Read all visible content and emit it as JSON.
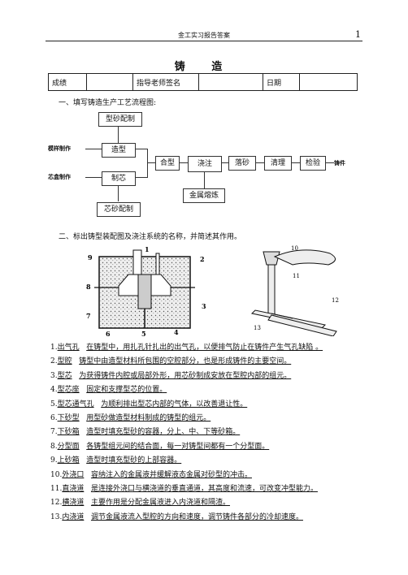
{
  "header": {
    "title": "金工实习报告答案",
    "page": "1"
  },
  "doc_title": "铸  造",
  "info_table": {
    "grade": "成绩",
    "teacher": "指导老师签名",
    "date": "日期"
  },
  "section1": "一、填写铸造生产工艺流程图:",
  "flow": {
    "sand_mix": "型砂配制",
    "mold_label": "模样制作",
    "molding": "造型",
    "core_label": "芯盒制作",
    "coremaking": "制芯",
    "core_sand": "芯砂配制",
    "assembly": "合型",
    "pouring": "浇注",
    "shakeout": "落砂",
    "cleaning": "清理",
    "inspection": "检验",
    "casting": "铸件",
    "melting": "金属熔炼"
  },
  "section2": "二、标出铸型装配图及浇注系统的名称，并简述其作用。",
  "diagram1_numbers": [
    "1",
    "2",
    "3",
    "4",
    "5",
    "6",
    "7",
    "8",
    "9"
  ],
  "diagram2_numbers": [
    "10",
    "11",
    "12",
    "13"
  ],
  "items": [
    {
      "n": "1.",
      "t": "出气孔",
      "d": "在铸型中，用扎孔针扎出的出气孔，以便排气防止在铸件产生气孔缺陷 。"
    },
    {
      "n": "2.",
      "t": "型腔",
      "d": "铸型中由造型材料所包围的空腔部分，也是形成铸件的主要空间。"
    },
    {
      "n": "3.",
      "t": "型芯",
      "d": "为获得铸件内腔或局部外形，用芯砂制成安放在型腔内部的组元。"
    },
    {
      "n": "4.",
      "t": "型芯座",
      "d": "固定和支撑型芯的位置。"
    },
    {
      "n": "5.",
      "t": "型芯通气孔",
      "d": "为顺利排出型芯内部的气体，以改善退让性。"
    },
    {
      "n": "6.",
      "t": "下砂型",
      "d": "用型砂做造型材料制成的铸型的组元。"
    },
    {
      "n": "7.",
      "t": "下砂箱",
      "d": "造型时填充型砂的容器，分上、中、下等砂箱。"
    },
    {
      "n": "8.",
      "t": "分型面",
      "d": "各铸型组元间的结合面，每一对铸型间都有一个分型面。"
    },
    {
      "n": "9.",
      "t": "上砂箱",
      "d": "造型时填充型砂的上部容器。"
    },
    {
      "n": "10.",
      "t": "外浇口",
      "d": "容纳注入的金属液并缓解液态金属对砂型的冲击。"
    },
    {
      "n": "11.",
      "t": "直浇道",
      "d": "是连接外浇口与横浇道的垂直通道，其高度和流速，可改变冲型能力。"
    },
    {
      "n": "12.",
      "t": "横浇道",
      "d": "主要作用是分配金属液进入内浇道和隔渣。"
    },
    {
      "n": "13.",
      "t": "内浇道",
      "d": "调节金属液流入型腔的方向和速度，调节铸件各部分的冷却速度。"
    }
  ]
}
